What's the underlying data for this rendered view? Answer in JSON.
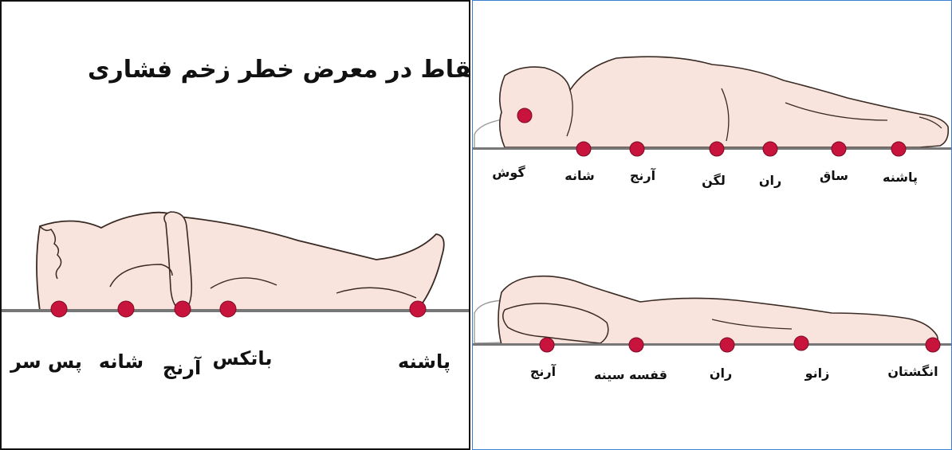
{
  "colors": {
    "skin": "#f8e4dc",
    "outline": "#3a2a24",
    "pressure_point": "#c8143c",
    "surface_line": "#777777",
    "left_border": "#111111",
    "right_border": "#3b7fd0"
  },
  "left_panel": {
    "title": "نقاط در معرض خطر زخم فشاری",
    "labels": {
      "head_back": "پس سر",
      "shoulder": "شانه",
      "elbow": "آرنج",
      "buttocks": "باتکس",
      "heel": "پاشنه"
    }
  },
  "right_panel": {
    "side_lying": {
      "ear": "گوش",
      "shoulder": "شانه",
      "elbow": "آرنج",
      "pelvis": "لگن",
      "thigh": "ران",
      "shin": "ساق",
      "heel": "پاشنه"
    },
    "prone": {
      "elbow": "آرنج",
      "chest": "قفسه سینه",
      "thigh": "ران",
      "knee": "زانو",
      "toes": "انگشتان"
    }
  }
}
